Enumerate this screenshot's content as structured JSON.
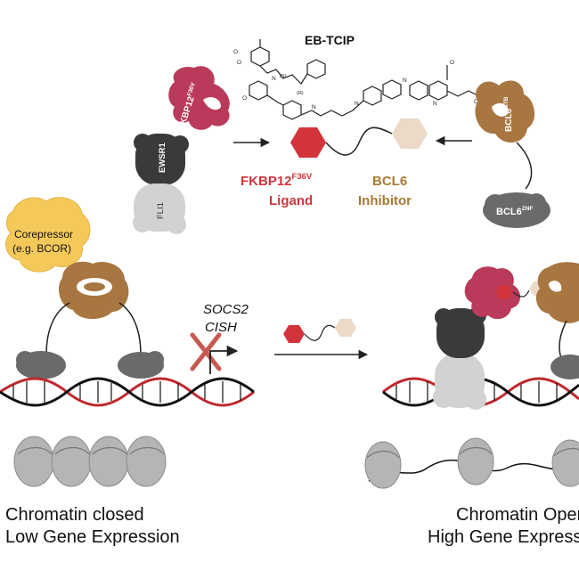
{
  "molecule_title": "EB-TCIP",
  "stereo_labels": [
    "(S)",
    "(R)"
  ],
  "fkbp_protein": {
    "base": "FKBP12",
    "sup": "F36V"
  },
  "ewsr1_label": "EWSR1",
  "fli1_label": "FLI1",
  "bcl6_btb": {
    "base": "BCL6",
    "sup": "BTB"
  },
  "bcl6_znf": {
    "base": "BCL6",
    "sup": "ZNF"
  },
  "ligand_caption": {
    "line1_base": "FKBP12",
    "line1_sup": "F36V",
    "line2": "Ligand"
  },
  "inhibitor_caption": {
    "line1": "BCL6",
    "line2": "Inhibitor"
  },
  "corepressor": {
    "line1": "Corepressor",
    "line2": "(e.g. BCOR)"
  },
  "genes": {
    "gene1": "SOCS2",
    "gene2": "CISH"
  },
  "left_caption": {
    "line1": "Chromatin closed",
    "line2": "Low Gene Expression"
  },
  "right_caption": {
    "line1": "Chromatin Open",
    "line2": "High Gene Expression"
  },
  "colors": {
    "fkbp_red": "#b93a5a",
    "ligand_red": "#d2343c",
    "inhibitor_gold": "#a67a35",
    "bcl6_brown": "#a87640",
    "ewsr1_dark": "#3a3a3a",
    "fli1_light": "#d2d2d2",
    "corepressor_yellow": "#f4c95a",
    "dna_red": "#c0282d",
    "nucleosome_gray": "#b5b5b5"
  }
}
